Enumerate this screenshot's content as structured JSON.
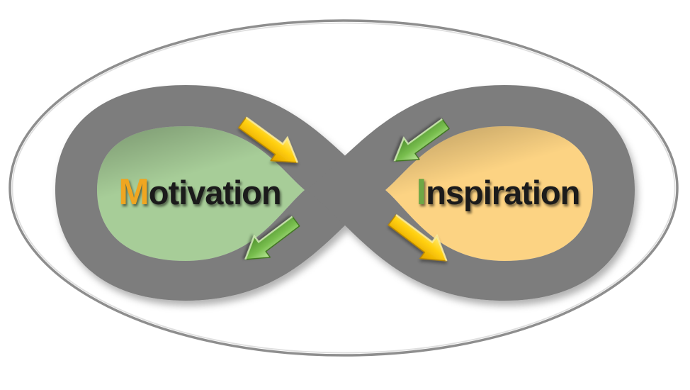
{
  "diagram": {
    "type": "infinity-loop",
    "loops": {
      "left": {
        "label": "Motivation",
        "initial": "M",
        "rest": "otivation",
        "fill_color": "#A7CD98",
        "initial_color": "#EFA621"
      },
      "right": {
        "label": "Inspiration",
        "initial": "I",
        "rest": "nspiration",
        "fill_color": "#FCD383",
        "initial_color": "#6FA745"
      }
    },
    "arrows": [
      {
        "id": "arrow-top-left",
        "color_name": "yellow",
        "direction": "down-right toward center"
      },
      {
        "id": "arrow-top-right",
        "color_name": "green",
        "direction": "down-left toward center"
      },
      {
        "id": "arrow-bottom-left",
        "color_name": "green",
        "direction": "down-left away from center"
      },
      {
        "id": "arrow-bottom-right",
        "color_name": "yellow",
        "direction": "down-right away from center"
      }
    ],
    "band_color": "#7D7D7D"
  },
  "colors": {
    "band": "#7D7D7D",
    "left-fill": "#A7CD98",
    "right-fill": "#FCD383",
    "left-initial": "#EFA621",
    "right-initial": "#6FA745",
    "ring-dark": "#8E8E8E",
    "ring-light": "#DFDFDF",
    "yellow-light": "#FFEC7A",
    "yellow-mid": "#FFCE0A",
    "yellow-dark": "#DE9E00",
    "yellow-edge": "#B88600",
    "green-light": "#BFE99E",
    "green-mid": "#79BF4F",
    "green-dark": "#4E8F2C",
    "green-edge": "#3E741F",
    "text": "#1B1B1B"
  }
}
